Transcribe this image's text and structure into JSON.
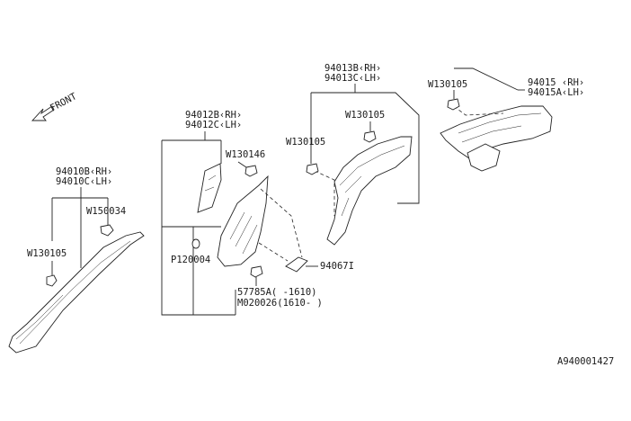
{
  "diagram": {
    "front_label": "FRONT",
    "figure_code": "A940001427",
    "callouts": {
      "p94010b": "94010B‹RH›",
      "p94010c": "94010C‹LH›",
      "w150034": "W150034",
      "w130105_a": "W130105",
      "p94012b": "94012B‹RH›",
      "p94012c": "94012C‹LH›",
      "w130146": "W130146",
      "p120004": "P120004",
      "p57785a": "57785A(  -1610)",
      "m020026": "M020026(1610-  )",
      "p94067i": "94067I",
      "p94013b": "94013B‹RH›",
      "p94013c": "94013C‹LH›",
      "w130105_b": "W130105",
      "w130105_c": "W130105",
      "w130105_d": "W130105",
      "p94015": "94015  ‹RH›",
      "p94015a": "94015A‹LH›"
    }
  }
}
